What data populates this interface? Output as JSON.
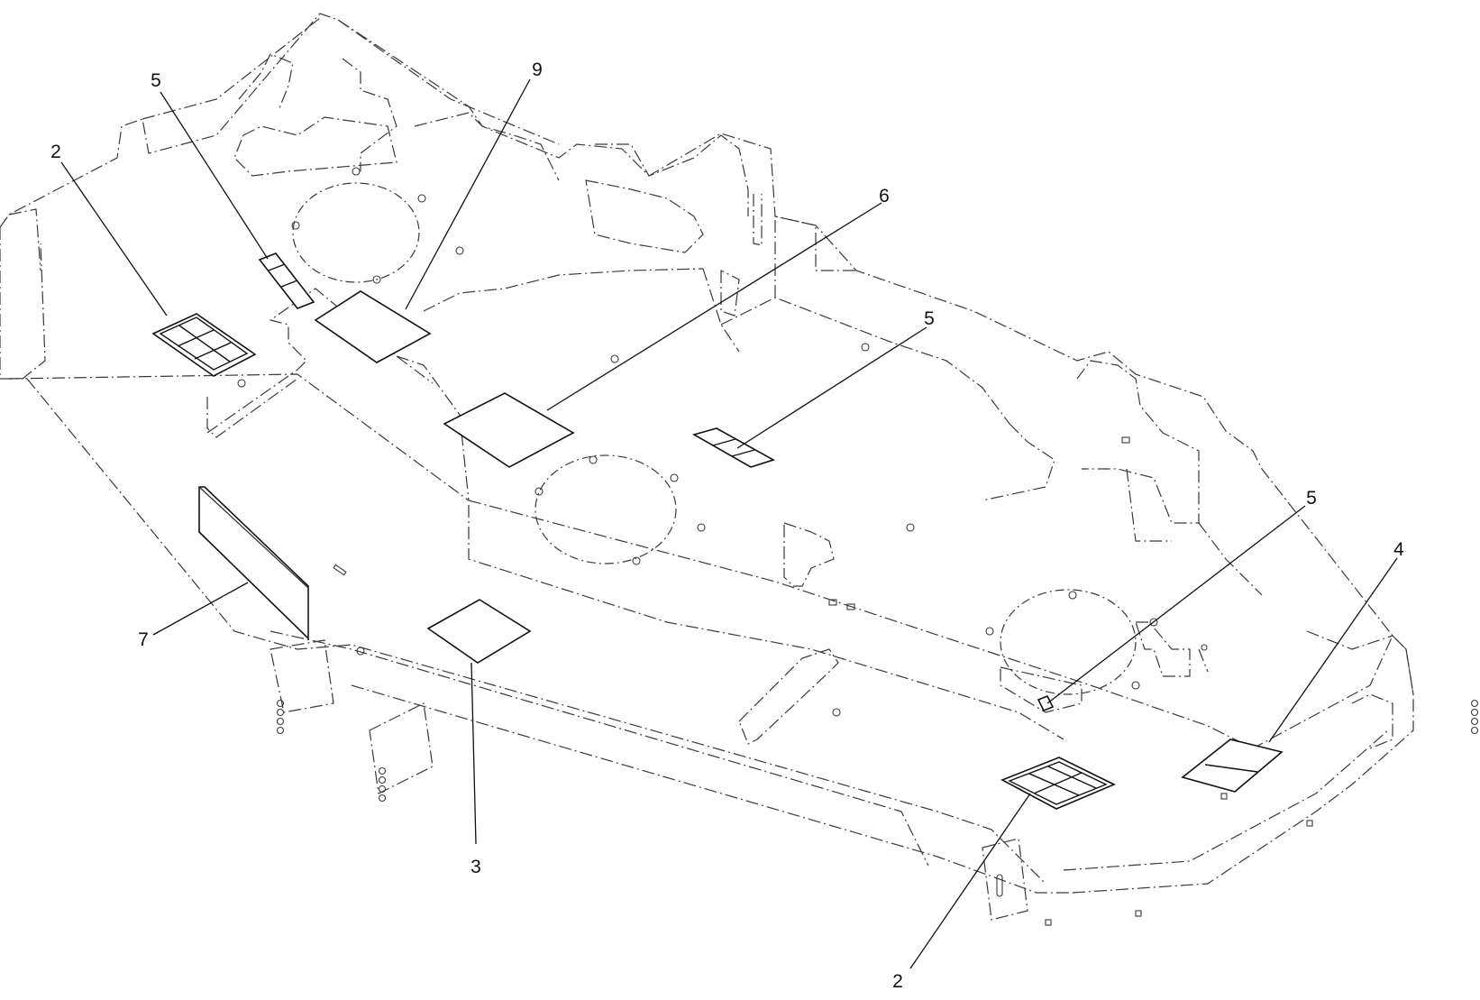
{
  "callouts": [
    {
      "id": "c2-top-left",
      "label": "2"
    },
    {
      "id": "c5-top-left",
      "label": "5"
    },
    {
      "id": "c9",
      "label": "9"
    },
    {
      "id": "c6",
      "label": "6"
    },
    {
      "id": "c5-center",
      "label": "5"
    },
    {
      "id": "c5-right",
      "label": "5"
    },
    {
      "id": "c4",
      "label": "4"
    },
    {
      "id": "c7",
      "label": "7"
    },
    {
      "id": "c3",
      "label": "3"
    },
    {
      "id": "c2-bottom",
      "label": "2"
    }
  ]
}
